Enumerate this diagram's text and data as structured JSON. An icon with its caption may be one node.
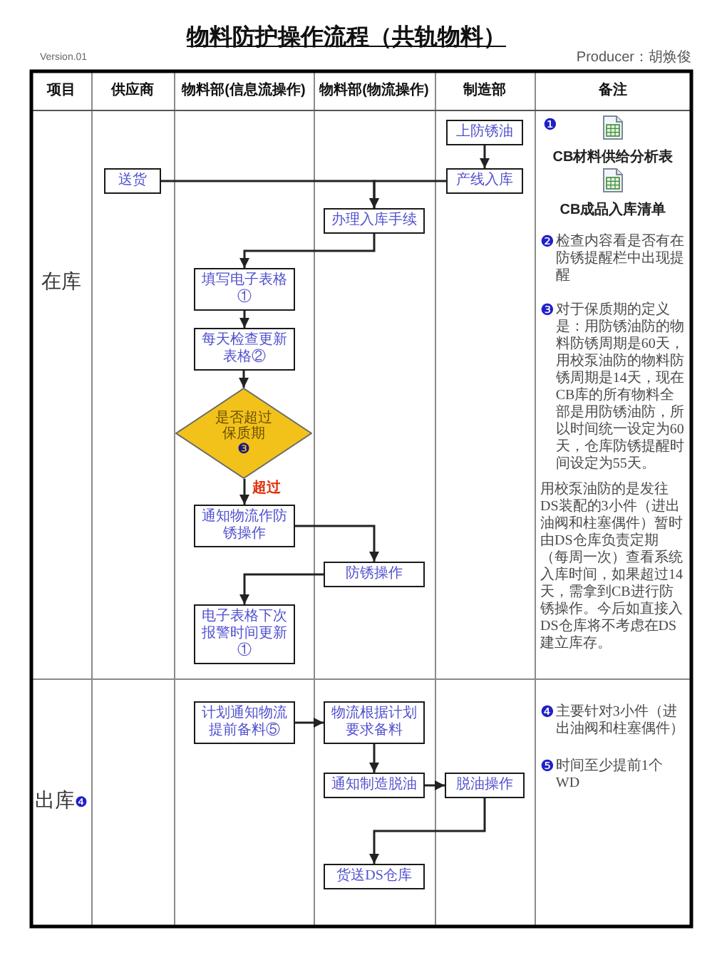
{
  "diagram": {
    "title": "物料防护操作流程（共轨物料）",
    "nodes": [
      {
        "text": [
          "上防锈油"
        ]
      },
      {
        "text": [
          "送货"
        ]
      },
      {
        "text": [
          "产线入库"
        ]
      },
      {
        "text": [
          "办理入库手续"
        ]
      },
      {
        "text": [
          "填写电子表格①"
        ]
      },
      {
        "text": [
          "每天检查更新表格②"
        ]
      },
      {
        "text": [
          "是否超过保质期",
          "❸"
        ]
      },
      {
        "text": [
          "通知物流作防锈操作"
        ]
      },
      {
        "text": [
          "防锈操作"
        ]
      },
      {
        "text": [
          "电子表格下次报警时间更新①"
        ]
      },
      {
        "text": [
          "计划通知物流提前备料⑤"
        ]
      },
      {
        "text": [
          "物流根据计划要求备料"
        ]
      },
      {
        "text": [
          "通知制造脱油"
        ]
      },
      {
        "text": [
          "脱油操作"
        ]
      },
      {
        "text": [
          "货送DS仓库"
        ]
      }
    ],
    "edges": [
      {
        "from": 0,
        "to": 2,
        "arrow": "to"
      },
      {
        "from": 1,
        "to": 3,
        "arrow": "to"
      },
      {
        "from": 2,
        "to": 3,
        "arrow": "to"
      },
      {
        "from": 3,
        "to": 4,
        "arrow": "to"
      },
      {
        "from": 4,
        "to": 5,
        "arrow": "to"
      },
      {
        "from": 5,
        "to": 6,
        "arrow": "to"
      },
      {
        "from": 6,
        "to": 7,
        "arrow": "to",
        "label": "超过"
      },
      {
        "from": 7,
        "to": 8,
        "arrow": "to"
      },
      {
        "from": 8,
        "to": 9,
        "arrow": "to"
      },
      {
        "from": 10,
        "to": 11,
        "arrow": "to"
      },
      {
        "from": 11,
        "to": 12,
        "arrow": "to"
      },
      {
        "from": 12,
        "to": 13,
        "arrow": "to"
      },
      {
        "from": 13,
        "to": 14,
        "arrow": "to"
      }
    ],
    "labels": [
      "Version.01",
      "Producer：胡焕俊",
      "项目",
      "供应商",
      "物料部(信息流操作)",
      "物料部(物流操作)",
      "制造部",
      "备注",
      "❶",
      "CB材料供给分析表",
      "CB成品入库清单",
      "在库",
      "❷",
      "检查内容看是否有在防锈提醒栏中出现提醒",
      "❸",
      "对于保质期的定义是：用防锈油防的物料防锈周期是60天，用校泵油防的物料防锈周期是14天，现在CB库的所有物料全部是用防锈油防，所以时间统一设定为60天，仓库防锈提醒时间设定为55天。",
      "用校泵油防的是发往DS装配的3小件（进出油阀和柱塞偶件）暂时由DS仓库负责定期（每周一次）查看系统入库时间，如果超过14天，需拿到CB进行防锈操作。今后如直接入DS仓库将不考虑在DS建立库存。",
      "出库",
      "❹",
      "❹",
      "主要针对3小件（进出油阀和柱塞偶件）",
      "❺",
      "时间至少提前1个WD"
    ]
  }
}
